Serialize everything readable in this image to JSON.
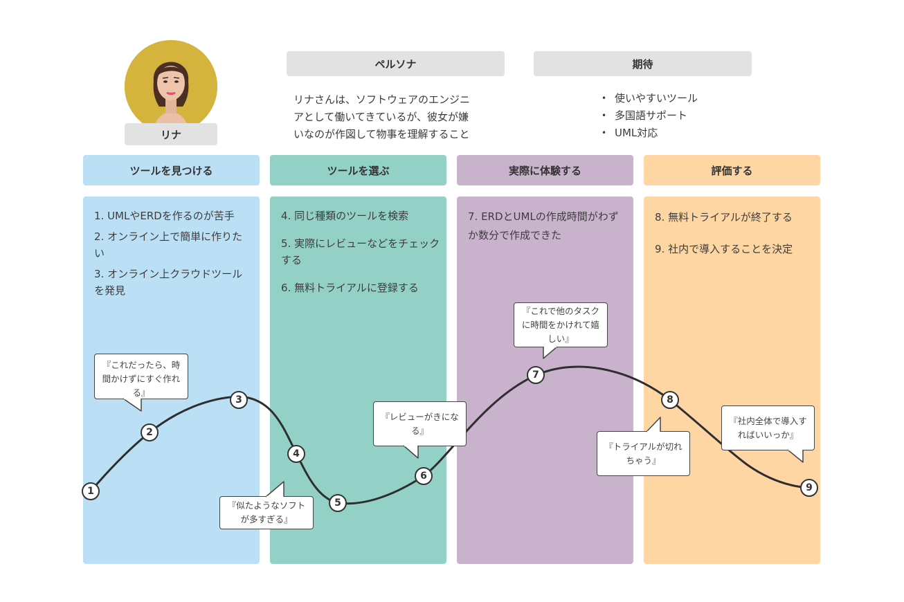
{
  "persona_profile": {
    "name": "リナ",
    "avatar_icon": "person-photo-icon"
  },
  "persona": {
    "title": "ペルソナ",
    "description_lines": [
      "リナさんは、ソフトウェアのエンジニ",
      "アとして働いてきているが、彼女が嫌",
      "いなのが作図して物事を理解すること"
    ]
  },
  "expectations": {
    "title": "期待",
    "items": [
      "使いやすいツール",
      "多国語サポート",
      "UML対応"
    ]
  },
  "stages": [
    {
      "title": "ツールを見つける",
      "color": "#bbe0f5",
      "steps": [
        "1.  UMLやERDを作るのが苦手",
        "2.  オンライン上で簡単に作りたい",
        "3.  オンライン上クラウドツールを発見"
      ]
    },
    {
      "title": "ツールを選ぶ",
      "color": "#93d0c5",
      "steps": [
        "4.  同じ種類のツールを検索",
        "5.  実際にレビューなどをチェックする",
        "6.  無料トライアルに登録する"
      ]
    },
    {
      "title": "実際に体験する",
      "color": "#c9b3cc",
      "steps": [
        "7.  ERDとUMLの作成時間がわずか数分で作成できた"
      ]
    },
    {
      "title": "評価する",
      "color": "#fed6a3",
      "steps": [
        "8.  無料トライアルが終了する",
        "9.  社内で導入することを決定"
      ]
    }
  ],
  "journey": {
    "nodes": [
      "1",
      "2",
      "3",
      "4",
      "5",
      "6",
      "7",
      "8",
      "9"
    ],
    "emotion_levels": [
      0.0,
      0.45,
      0.76,
      0.31,
      0.0,
      0.12,
      0.94,
      0.72,
      0.05
    ],
    "line_color": "#2e2e2e",
    "quotes": [
      {
        "node": "2",
        "lines": [
          "『これだったら、時",
          "間かけずにすぐ作れ",
          "る』"
        ]
      },
      {
        "node": "4",
        "lines": [
          "『似たようなソフト",
          "が多すぎる』"
        ]
      },
      {
        "node": "6",
        "lines": [
          "『レビューがきにな",
          "る』"
        ]
      },
      {
        "node": "7",
        "lines": [
          "『これで他のタスク",
          "に時間をかけれて嬉",
          "しい』"
        ]
      },
      {
        "node": "8",
        "lines": [
          "『トライアルが切れ",
          "ちゃう』"
        ]
      },
      {
        "node": "9",
        "lines": [
          "『社内全体で導入す",
          "ればいいっか』"
        ]
      }
    ]
  }
}
